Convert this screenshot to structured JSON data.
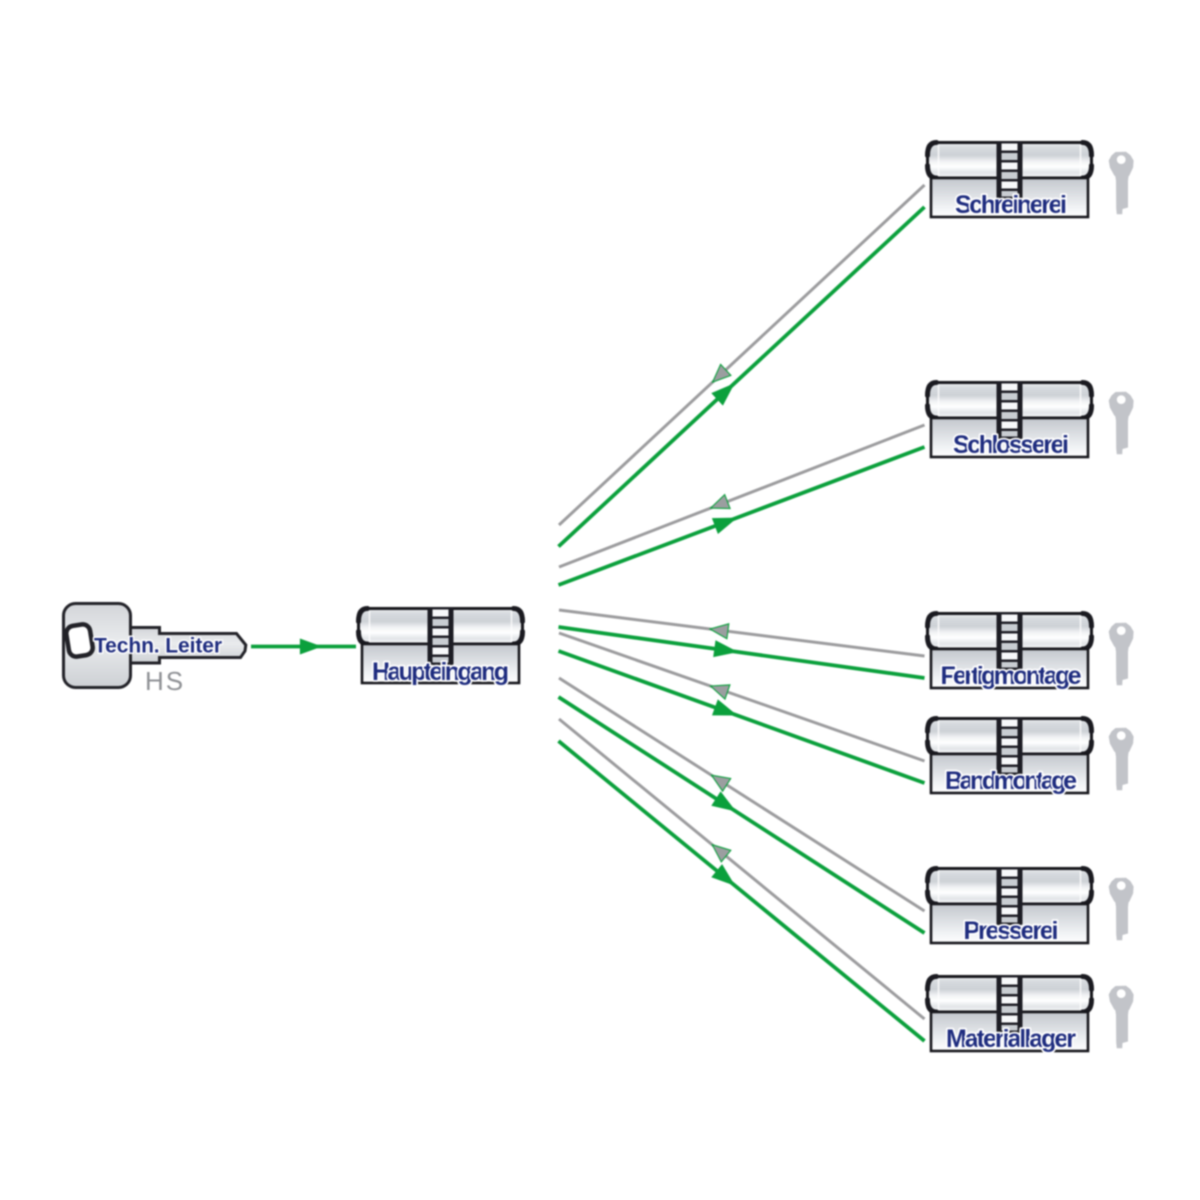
{
  "diagram": {
    "type": "master-key-locking-plan",
    "master_key": {
      "label": "Techn. Leiter",
      "code": "HS"
    },
    "hub_cylinder": {
      "label": "Haupteingang"
    },
    "target_cylinders": [
      {
        "label": "Schreinerei"
      },
      {
        "label": "Schlosserei"
      },
      {
        "label": "Fertigmontage"
      },
      {
        "label": "Bandmontage"
      },
      {
        "label": "Presserei"
      },
      {
        "label": "Materiallager"
      }
    ],
    "connections": [
      {
        "from": "Techn. Leiter",
        "to": "Haupteingang",
        "style": "green-arrow"
      },
      {
        "from": "Haupteingang",
        "to": "Schreinerei",
        "style": "gray-return + green-arrow"
      },
      {
        "from": "Haupteingang",
        "to": "Schlosserei",
        "style": "gray-return + green-arrow"
      },
      {
        "from": "Haupteingang",
        "to": "Fertigmontage",
        "style": "gray-return + green-arrow"
      },
      {
        "from": "Haupteingang",
        "to": "Bandmontage",
        "style": "gray-return + green-arrow"
      },
      {
        "from": "Haupteingang",
        "to": "Presserei",
        "style": "gray-return + green-arrow"
      },
      {
        "from": "Haupteingang",
        "to": "Materiallager",
        "style": "gray-return + green-arrow"
      }
    ]
  },
  "colors": {
    "background": "#ffffff",
    "access_green": "#0ba03c",
    "link_gray": "#9c9c9e",
    "label_navy": "#1d2b7e",
    "code_gray": "#8e9094",
    "outline_dark": "#17171c"
  }
}
